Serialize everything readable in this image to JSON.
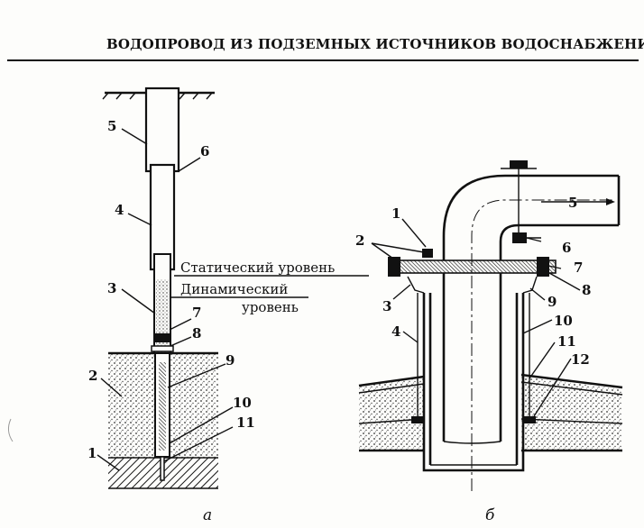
{
  "header": "ВОДОПРОВОД ИЗ ПОДЗЕМНЫХ ИСТОЧНИКОВ ВОДОСНАБЖЕНИЯ",
  "diagram_a": {
    "labels": [
      "1",
      "2",
      "3",
      "4",
      "5",
      "6",
      "7",
      "8",
      "9",
      "10",
      "11"
    ],
    "static_level": "Статический уровень",
    "dynamic_level_line1": "Динамический",
    "dynamic_level_line2": "уровень",
    "caption": "а"
  },
  "diagram_b": {
    "labels": [
      "1",
      "2",
      "3",
      "4",
      "5",
      "6",
      "7",
      "8",
      "9",
      "10",
      "11",
      "12"
    ],
    "caption": "б"
  }
}
